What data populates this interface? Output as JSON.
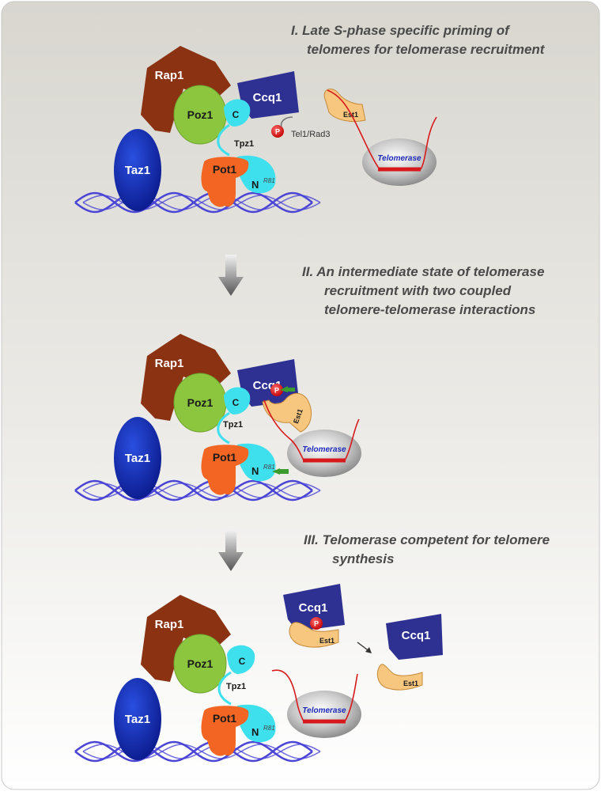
{
  "stages": [
    {
      "title_lines": [
        "I.  Late S-phase specific priming of",
        "telomeres for telomerase recruitment"
      ],
      "labels": {
        "rap1": "Rap1",
        "poz1": "Poz1",
        "ccq1": "Ccq1",
        "c_term": "C",
        "taz1": "Taz1",
        "tpz1": "Tpz1",
        "pot1": "Pot1",
        "n_term": "N",
        "r81": "R81",
        "phospho": "P",
        "kinase": "Tel1/Rad3",
        "est1": "Est1",
        "telomerase": "Telomerase"
      }
    },
    {
      "title_lines": [
        "II.  An intermediate state of telomerase",
        "recruitment with two coupled",
        "telomere-telomerase interactions"
      ],
      "labels": {
        "rap1": "Rap1",
        "poz1": "Poz1",
        "ccq1": "Ccq1",
        "c_term": "C",
        "taz1": "Taz1",
        "tpz1": "Tpz1",
        "pot1": "Pot1",
        "n_term": "N",
        "r81": "R81",
        "phospho": "P",
        "est1": "Est1",
        "telomerase": "Telomerase"
      }
    },
    {
      "title_lines": [
        "III.  Telomerase competent for telomere",
        "synthesis"
      ],
      "labels": {
        "rap1": "Rap1",
        "poz1": "Poz1",
        "c_term": "C",
        "taz1": "Taz1",
        "tpz1": "Tpz1",
        "pot1": "Pot1",
        "n_term": "N",
        "r81": "R81",
        "telomerase": "Telomerase",
        "ccq1_bound": "Ccq1",
        "phospho": "P",
        "est1_bound": "Est1",
        "ccq1_free": "Ccq1",
        "est1_free": "Est1"
      }
    }
  ],
  "colors": {
    "rap1": "#8b3212",
    "poz1": "#8cc63f",
    "ccq1": "#2e3192",
    "tpz1": "#3fe0ee",
    "taz1": "#1a2ab8",
    "pot1": "#f26522",
    "est1": "#f7c780",
    "telomerase": "#b8b8b8",
    "rna": "#d7191c",
    "dna": "#4b45d6",
    "phospho": "#e31e24",
    "arrow_green": "#3a9b2e"
  }
}
